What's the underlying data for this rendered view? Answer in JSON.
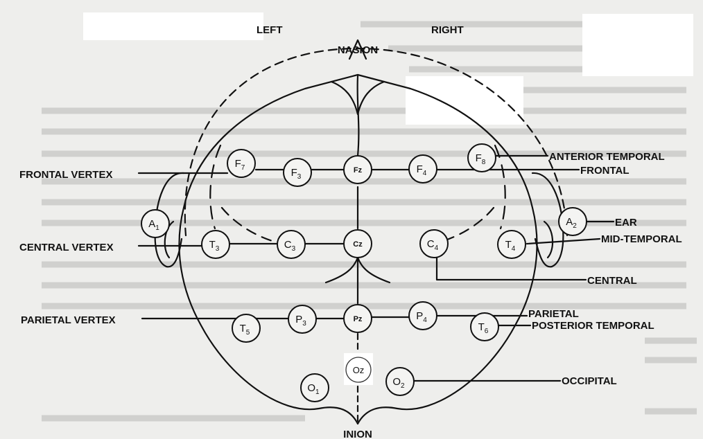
{
  "labels": {
    "left": "LEFT",
    "right": "RIGHT",
    "nasion": "NASION",
    "inion": "INION",
    "frontal_vertex": "FRONTAL VERTEX",
    "central_vertex": "CENTRAL VERTEX",
    "parietal_vertex": "PARIETAL VERTEX",
    "anterior_temporal": "ANTERIOR TEMPORAL",
    "frontal": "FRONTAL",
    "ear": "EAR",
    "mid_temporal": "MID-TEMPORAL",
    "central": "CENTRAL",
    "parietal": "PARIETAL",
    "posterior_temporal": "POSTERIOR TEMPORAL",
    "occipital": "OCCIPITAL"
  },
  "electrodes": {
    "F7": {
      "main": "F",
      "sub": "7"
    },
    "F3": {
      "main": "F",
      "sub": "3"
    },
    "Fz": {
      "main": "Fz",
      "sub": ""
    },
    "F4": {
      "main": "F",
      "sub": "4"
    },
    "F8": {
      "main": "F",
      "sub": "8"
    },
    "A1": {
      "main": "A",
      "sub": "1"
    },
    "T3": {
      "main": "T",
      "sub": "3"
    },
    "C3": {
      "main": "C",
      "sub": "3"
    },
    "Cz": {
      "main": "Cz",
      "sub": ""
    },
    "C4": {
      "main": "C",
      "sub": "4"
    },
    "T4": {
      "main": "T",
      "sub": "4"
    },
    "A2": {
      "main": "A",
      "sub": "2"
    },
    "T5": {
      "main": "T",
      "sub": "5"
    },
    "P3": {
      "main": "P",
      "sub": "3"
    },
    "Pz": {
      "main": "Pz",
      "sub": ""
    },
    "P4": {
      "main": "P",
      "sub": "4"
    },
    "T6": {
      "main": "T",
      "sub": "6"
    },
    "O1": {
      "main": "O",
      "sub": "1"
    },
    "Oz": {
      "main": "Oz",
      "sub": ""
    },
    "O2": {
      "main": "O",
      "sub": "2"
    }
  }
}
